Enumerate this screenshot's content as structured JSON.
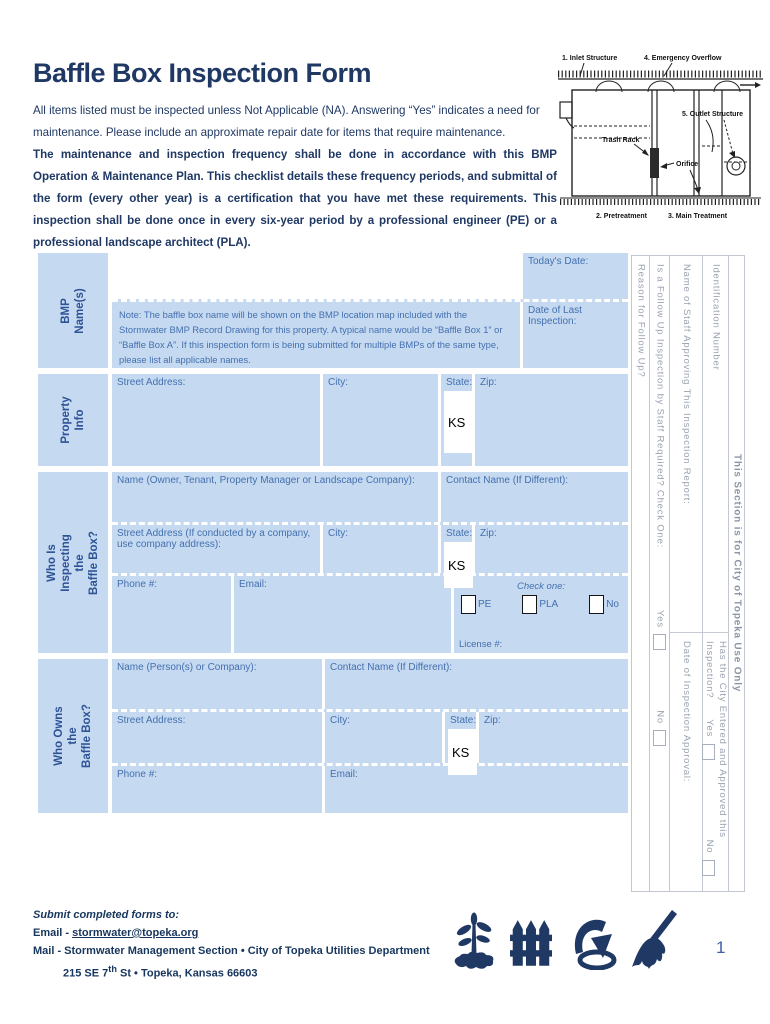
{
  "page": {
    "number": "1"
  },
  "colors": {
    "accent_navy": "#1F3864",
    "cell_blue": "#C5D9F1",
    "label_blue": "#4470AE",
    "panel_gray": "#9AA2B0"
  },
  "header": {
    "title": "Baffle Box Inspection Form",
    "intro1": "All items listed must be inspected unless Not Applicable (NA). Answering “Yes” indicates a need for maintenance. Please include an approximate repair date for items that require maintenance.",
    "intro2": "The maintenance and inspection frequency shall be done in accordance with this BMP Operation & Maintenance Plan. This checklist details these frequency periods, and submittal of the form (every other year) is a certification that you have met these requirements. This inspection shall be done once in every six-year period by a professional engineer (PE) or a professional landscape architect (PLA)."
  },
  "diagram": {
    "inlet": "1. Inlet Structure",
    "overflow": "4. Emergency Overflow",
    "outlet": "5. Outlet Structure",
    "trash_rack": "Trash Rack",
    "orifice": "Orifice",
    "pretreatment": "2. Pretreatment",
    "main_treatment": "3. Main Treatment"
  },
  "form": {
    "bmp": {
      "label": "BMP\nName(s)",
      "todays_date": "Today's Date:",
      "note": "Note:  The baffle box name will be shown on the BMP location map included with the Stormwater BMP Record Drawing for this property.  A typical name would be “Baffle Box 1” or “Baffle Box A”.  If this inspection form is being submitted for multiple BMPs of the same type, please list all applicable names.",
      "last_inspection": "Date of Last Inspection:"
    },
    "property": {
      "label": "Property\nInfo",
      "street": "Street Address:",
      "city": "City:",
      "state": "State:",
      "state_value": "KS",
      "zip": "Zip:"
    },
    "inspector": {
      "label": "Who Is Inspecting the\nBaffle Box?",
      "name": "Name (Owner, Tenant, Property Manager or Landscape Company):",
      "contact": "Contact Name (If Different):",
      "street": "Street Address (If conducted by a company, use company address):",
      "city": "City:",
      "state": "State:",
      "state_value": "KS",
      "zip": "Zip:",
      "phone": "Phone #:",
      "email": "Email:",
      "check_one": "Check one:",
      "pe": "PE",
      "pla": "PLA",
      "no": "No",
      "license": "License #:"
    },
    "owner": {
      "label": "Who Owns the\nBaffle Box?",
      "name": "Name (Person(s) or Company):",
      "contact": "Contact Name (If Different):",
      "street": "Street Address:",
      "city": "City:",
      "state": "State:",
      "state_value": "KS",
      "zip": "Zip:",
      "phone": "Phone #:",
      "email": "Email:"
    }
  },
  "city_panel": {
    "header": "This Section is for City of Topeka Use Only",
    "identification": "Identification Number",
    "has_city_line1": "Has the City Entered and Approved this",
    "has_city_line2": "Inspection?",
    "staff_name": "Name of Staff Approving This Inspection Report:",
    "approval_date": "Date of Inspection Approval:",
    "follow_up": "Is a Follow Up Inspection by Staff Required? Check One:",
    "reason": "Reason for Follow Up?",
    "yes": "Yes",
    "no": "No"
  },
  "footer": {
    "submit": "Submit completed forms to:",
    "email_prefix": "Email - ",
    "email_link": "stormwater@topeka.org",
    "mail_line": "Mail - Stormwater Management Section  •  City of Topeka Utilities Department",
    "address_pre": "215 SE 7",
    "address_sup": "th",
    "address_post": " St  • Topeka, Kansas 66603"
  }
}
